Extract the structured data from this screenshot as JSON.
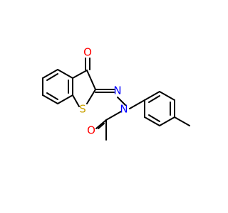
{
  "molecule": {
    "atoms": {
      "oxygen_ketone": "O",
      "sulfur": "S",
      "nitrogen_imine": "N",
      "nitrogen_amide": "N",
      "oxygen_amide": "O"
    },
    "colors": {
      "oxygen": "#ff0000",
      "sulfur": "#c8a000",
      "nitrogen": "#0000ff",
      "bond": "#000000"
    }
  }
}
